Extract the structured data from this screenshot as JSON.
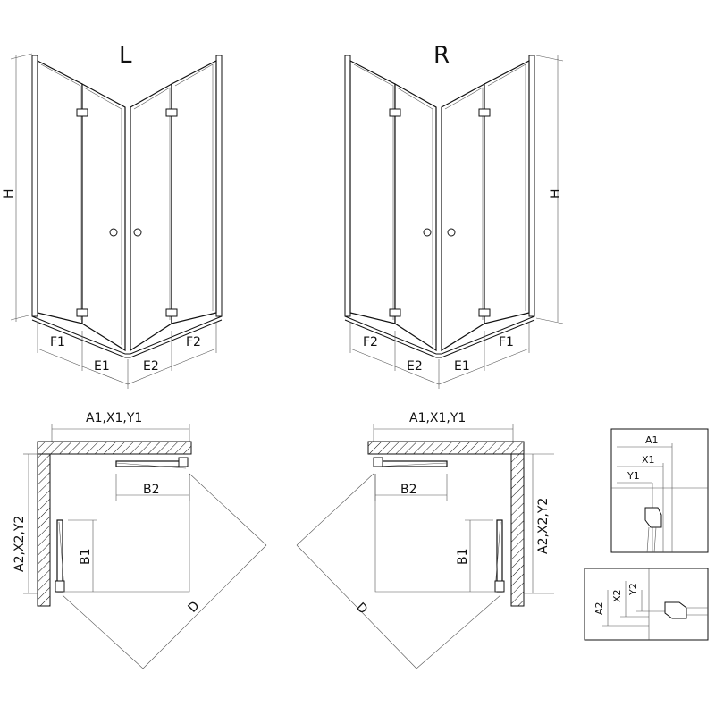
{
  "views": {
    "left_label": "L",
    "right_label": "R"
  },
  "dimensions": {
    "height": "H",
    "fold_width": "F1",
    "fold_width_2": "F2",
    "entry_width": "E1",
    "entry_width_2": "E2",
    "width_a": "A1,X1,Y1",
    "width_b": "A2,X2,Y2",
    "panel_b1": "B1",
    "panel_b2": "B2",
    "diagonal": "D"
  },
  "detail_top": {
    "a": "A1",
    "x": "X1",
    "y": "Y1"
  },
  "detail_bottom": {
    "a": "A2",
    "x": "X2",
    "y": "Y2"
  }
}
